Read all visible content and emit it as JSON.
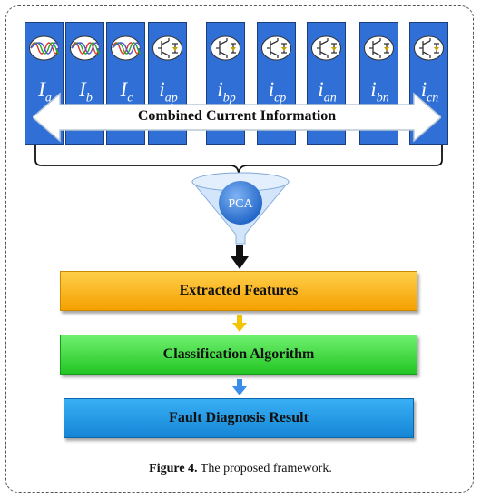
{
  "cards": [
    {
      "sym": "I",
      "sub": "a",
      "icon": "three-phase-wave-icon"
    },
    {
      "sym": "I",
      "sub": "b",
      "icon": "three-phase-wave-icon"
    },
    {
      "sym": "I",
      "sub": "c",
      "icon": "three-phase-wave-icon"
    },
    {
      "sym": "i",
      "sub": "ap",
      "icon": "transistor-switch-icon"
    },
    {
      "sym": "i",
      "sub": "bp",
      "icon": "transistor-switch-icon"
    },
    {
      "sym": "i",
      "sub": "cp",
      "icon": "transistor-switch-icon"
    },
    {
      "sym": "i",
      "sub": "an",
      "icon": "transistor-switch-icon"
    },
    {
      "sym": "i",
      "sub": "bn",
      "icon": "transistor-switch-icon"
    },
    {
      "sym": "i",
      "sub": "cn",
      "icon": "transistor-switch-icon"
    }
  ],
  "combined_label": "Combined Current Information",
  "funnel_label": "PCA",
  "stages": [
    "Extracted Features",
    "Classification Algorithm",
    "Fault Diagnosis Result"
  ],
  "caption": {
    "prefix": "Figure 4.",
    "text": " The proposed framework."
  },
  "colors": {
    "card": "#2f6fd6",
    "stage1": "#f5a000",
    "stage2": "#23c623",
    "stage3": "#1586d6",
    "funnel": "#4a8fe6"
  }
}
